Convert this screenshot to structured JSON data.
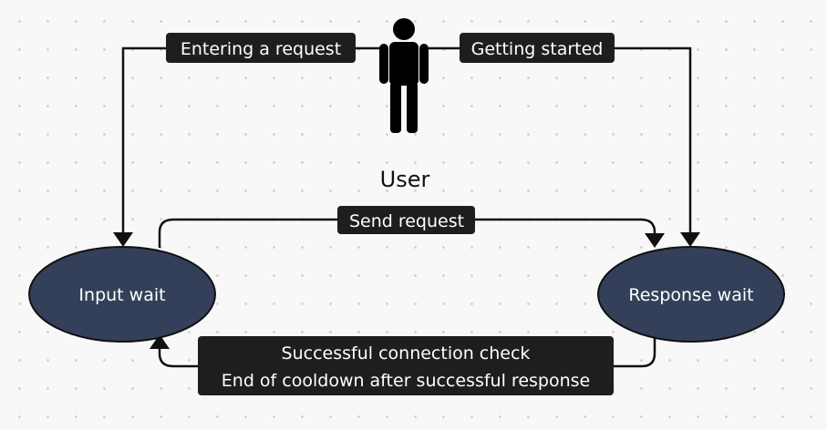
{
  "actor": {
    "label": "User",
    "icon": "person-icon"
  },
  "nodes": {
    "input_wait": {
      "label": "Input wait"
    },
    "response_wait": {
      "label": "Response wait"
    }
  },
  "edges": {
    "entering_request": {
      "label": "Entering a request"
    },
    "getting_started": {
      "label": "Getting started"
    },
    "send_request": {
      "label": "Send request"
    },
    "return": {
      "label_line1": "Successful connection check",
      "label_line2": "End of cooldown after successful response"
    }
  },
  "colors": {
    "node_fill": "#34405a",
    "label_fill": "#1e1e1e",
    "line": "#111111"
  }
}
